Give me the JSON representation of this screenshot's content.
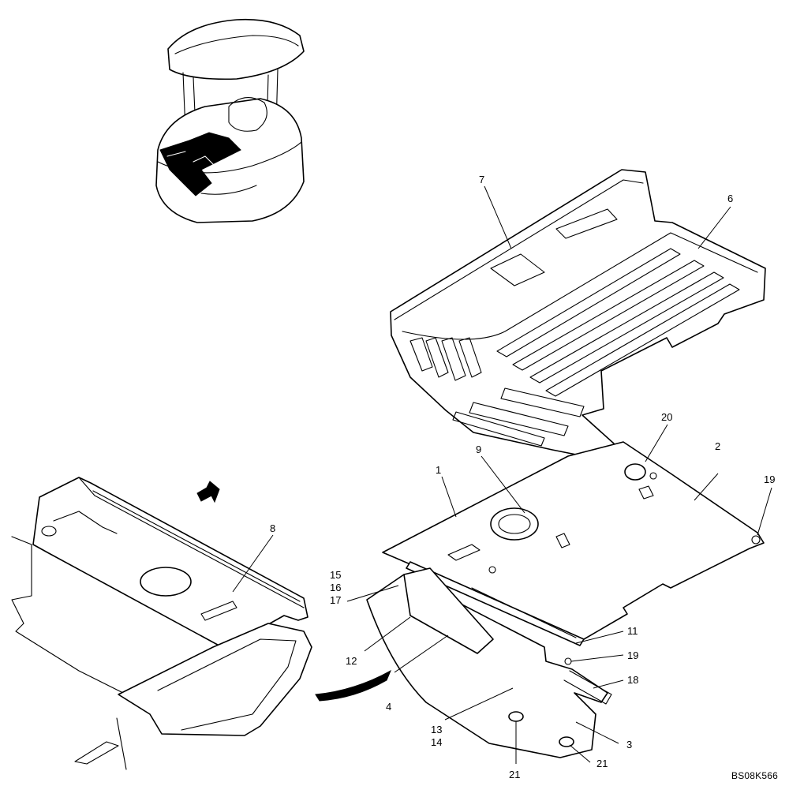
{
  "callouts": [
    {
      "id": "c1",
      "label": "1"
    },
    {
      "id": "c2",
      "label": "2"
    },
    {
      "id": "c3",
      "label": "3"
    },
    {
      "id": "c4",
      "label": "4"
    },
    {
      "id": "c6",
      "label": "6"
    },
    {
      "id": "c7",
      "label": "7"
    },
    {
      "id": "c8",
      "label": "8"
    },
    {
      "id": "c9",
      "label": "9"
    },
    {
      "id": "c11",
      "label": "11"
    },
    {
      "id": "c12",
      "label": "12"
    },
    {
      "id": "c13",
      "label": "13"
    },
    {
      "id": "c14",
      "label": "14"
    },
    {
      "id": "c15",
      "label": "15"
    },
    {
      "id": "c16",
      "label": "16"
    },
    {
      "id": "c17",
      "label": "17"
    },
    {
      "id": "c18",
      "label": "18"
    },
    {
      "id": "c19a",
      "label": "19"
    },
    {
      "id": "c19b",
      "label": "19"
    },
    {
      "id": "c20",
      "label": "20"
    },
    {
      "id": "c21a",
      "label": "21"
    },
    {
      "id": "c21b",
      "label": "21"
    }
  ],
  "doc_ref": "BS08K566"
}
